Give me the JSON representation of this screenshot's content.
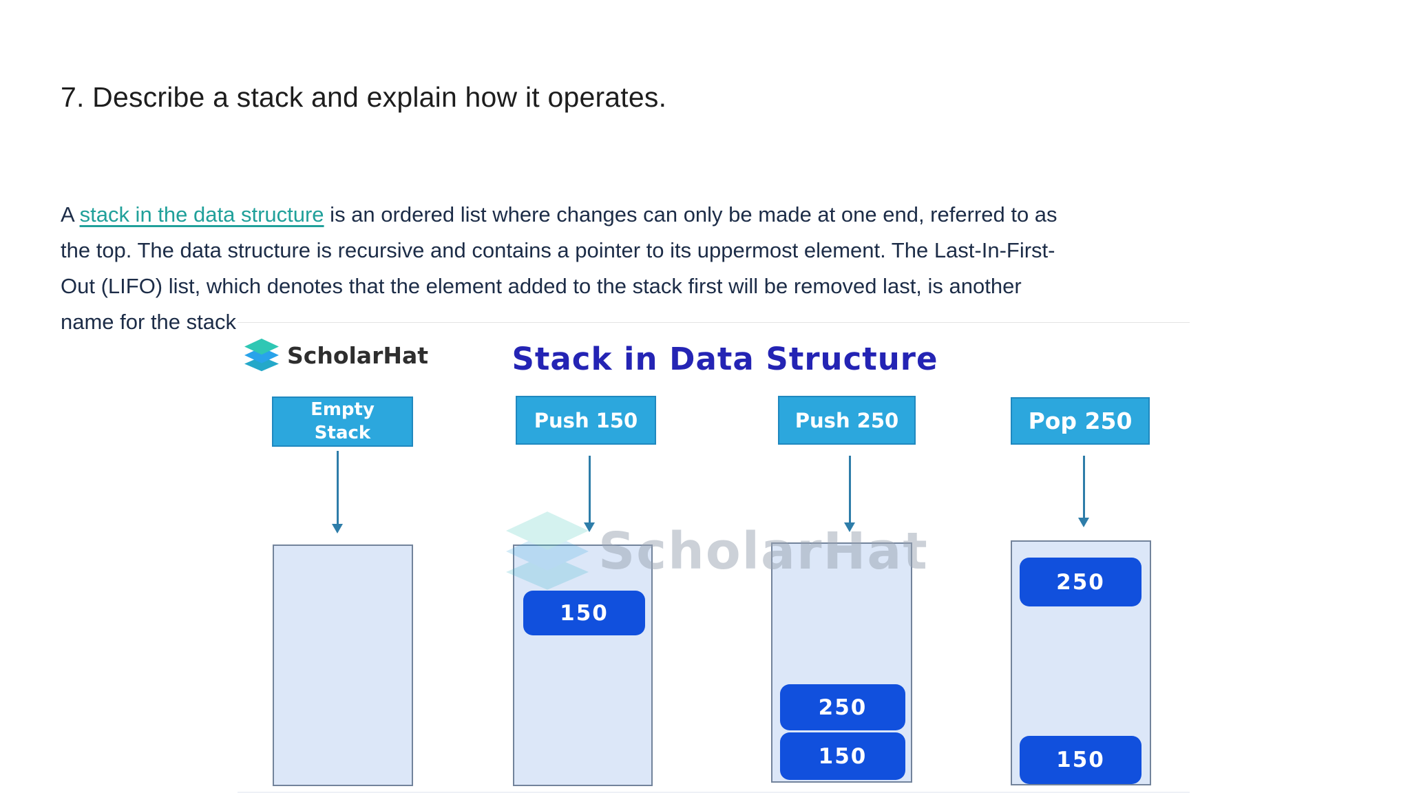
{
  "page": {
    "heading": "7. Describe a stack and explain how it operates.",
    "paragraph": {
      "line1_before": "A ",
      "line1_link": "stack in the data structure",
      "line1_after": " is an ordered list where changes can only be made at one end, referred to as",
      "line2": "the top. The data structure is recursive and contains a pointer to its uppermost element. The Last-In-First-",
      "line3": "Out (LIFO) list, which denotes that the element added to the stack first will be removed last, is another",
      "line4": "name for the stack."
    }
  },
  "figure": {
    "brand": "ScholarHat",
    "title": "Stack in Data Structure",
    "watermark": "ScholarHat",
    "columns": [
      {
        "label_line1": "Empty",
        "label_line2": "Stack",
        "stack_blocks": []
      },
      {
        "label": "Push 150",
        "stack_blocks": [
          "150"
        ]
      },
      {
        "label": "Push 250",
        "stack_blocks": [
          "250",
          "150"
        ]
      },
      {
        "label": "Pop 250",
        "stack_blocks": [
          "250",
          "150"
        ]
      }
    ]
  },
  "colors": {
    "heading_text": "#1d1d1d",
    "body_text": "#1c2c47",
    "link": "#20a09a",
    "figure_title": "#2424b4",
    "operation_label_bg": "#2ca7dd",
    "operation_label_border": "#1f88bf",
    "stack_fill": "#dce7f8",
    "stack_border": "#72839b",
    "block_fill": "#1150dd",
    "arrow": "#2e7da9",
    "brand_teal": "#2fc7b4",
    "brand_blue": "#29a3ea"
  }
}
